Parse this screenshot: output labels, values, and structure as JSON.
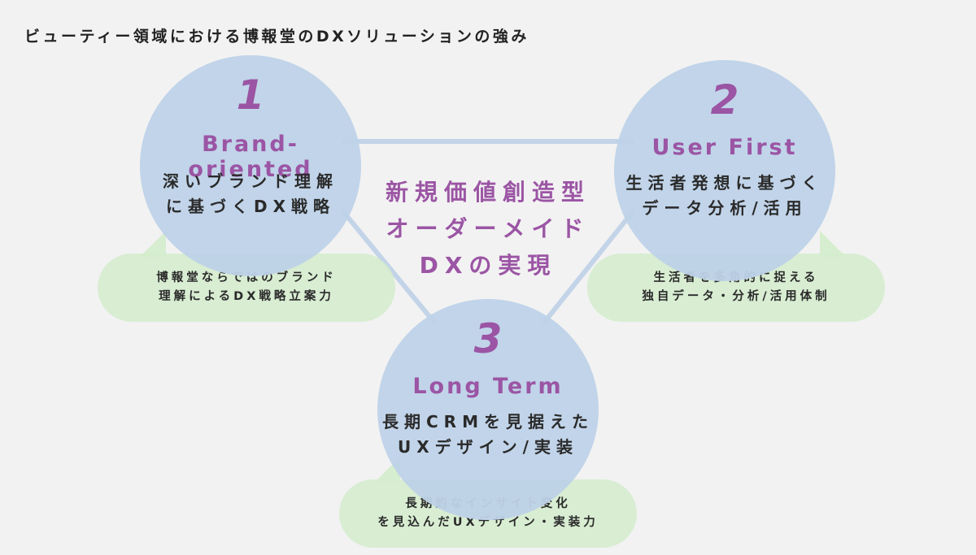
{
  "title": "ビューティー領域における博報堂のDXソリューションの強み",
  "colors": {
    "background": "#f2f2f2",
    "circle": "#c3d4e8",
    "bubble": "#d7ecd0",
    "accent": "#9b55a4",
    "line": "#c3d4e8",
    "text": "#2a2a2a"
  },
  "center": {
    "lines": [
      "新規価値創造型",
      "オーダーメイド",
      "DXの実現"
    ]
  },
  "strengths": [
    {
      "number": "1",
      "name": "Brand-oriented",
      "lines": [
        "深いブランド理解",
        "に基づくDX戦略"
      ],
      "bubble": [
        "博報堂ならではのブランド",
        "理解によるDX戦略立案力"
      ]
    },
    {
      "number": "2",
      "name": "User First",
      "lines": [
        "生活者発想に基づく",
        "データ分析/活用"
      ],
      "bubble": [
        "生活者を多角的に捉える",
        "独自データ・分析/活用体制"
      ]
    },
    {
      "number": "3",
      "name": "Long Term",
      "lines": [
        "長期CRMを見据えた",
        "UXデザイン/実装"
      ],
      "bubble": [
        "長期的なインサイト変化",
        "を見込んだUXデザイン・実装力"
      ]
    }
  ]
}
